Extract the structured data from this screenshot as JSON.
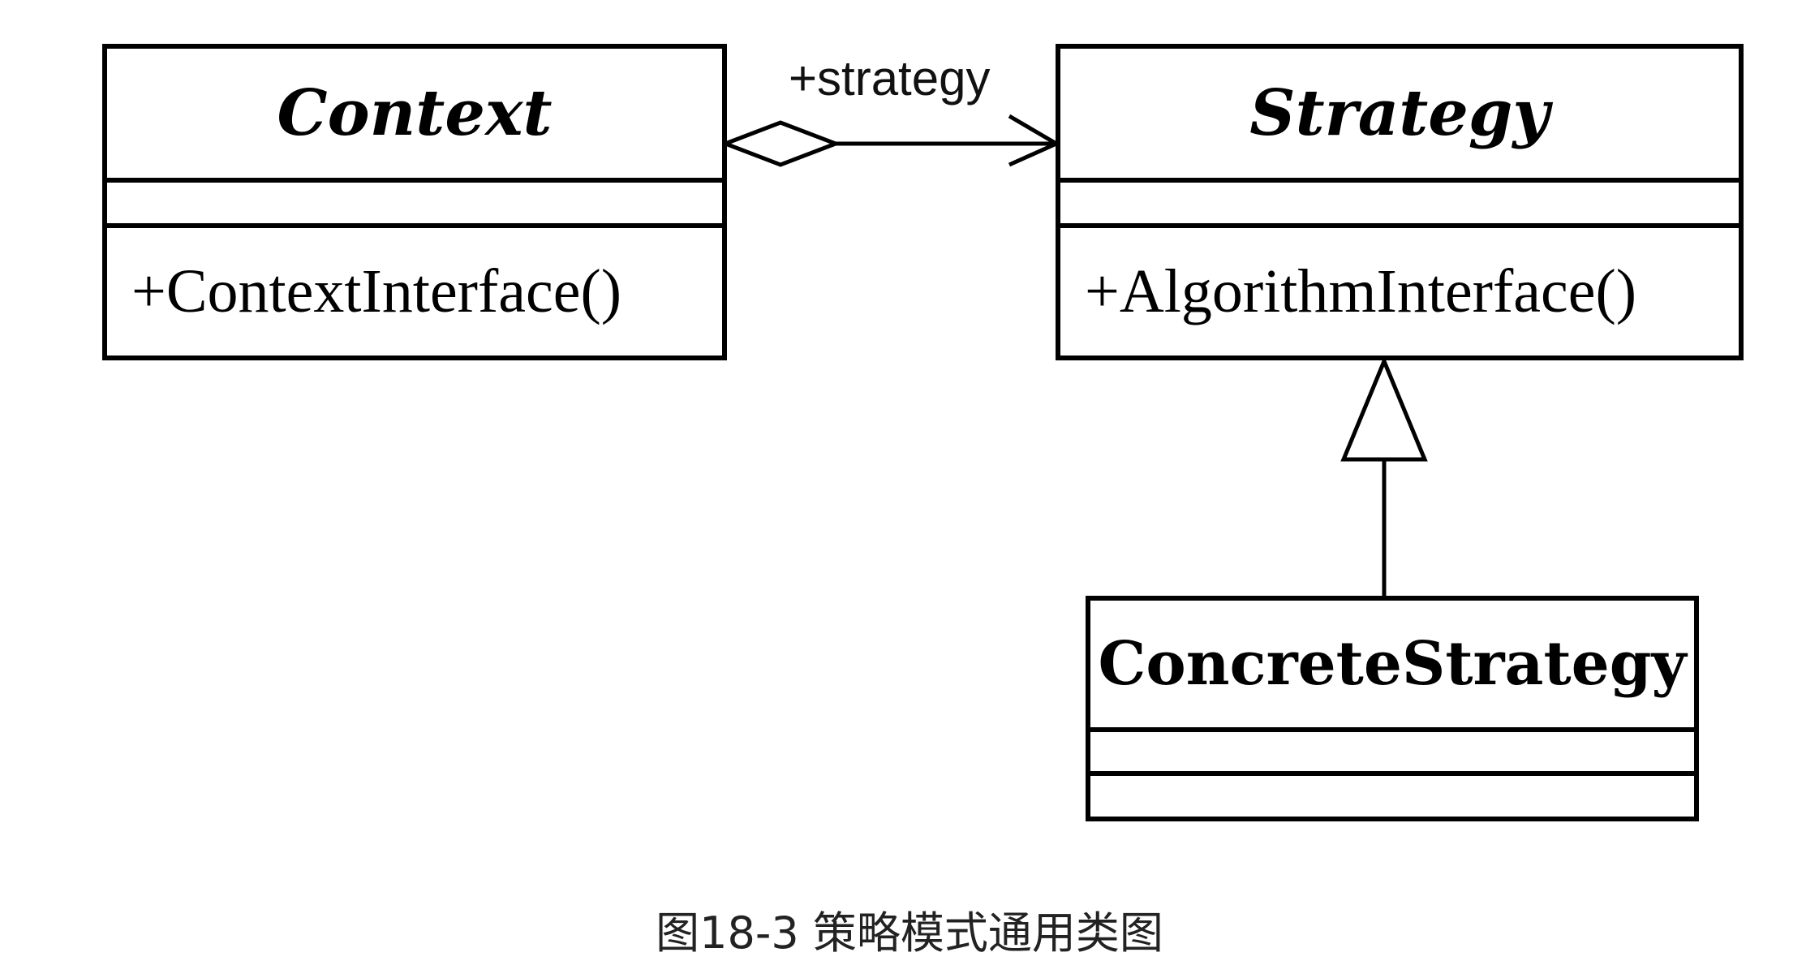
{
  "classes": {
    "context": {
      "name": "Context",
      "operation": "+ContextInterface()"
    },
    "strategy": {
      "name": "Strategy",
      "operation": "+AlgorithmInterface()"
    },
    "concrete": {
      "name": "ConcreteStrategy"
    }
  },
  "relations": {
    "aggregation_label": "+strategy"
  },
  "caption": "图18-3 策略模式通用类图"
}
